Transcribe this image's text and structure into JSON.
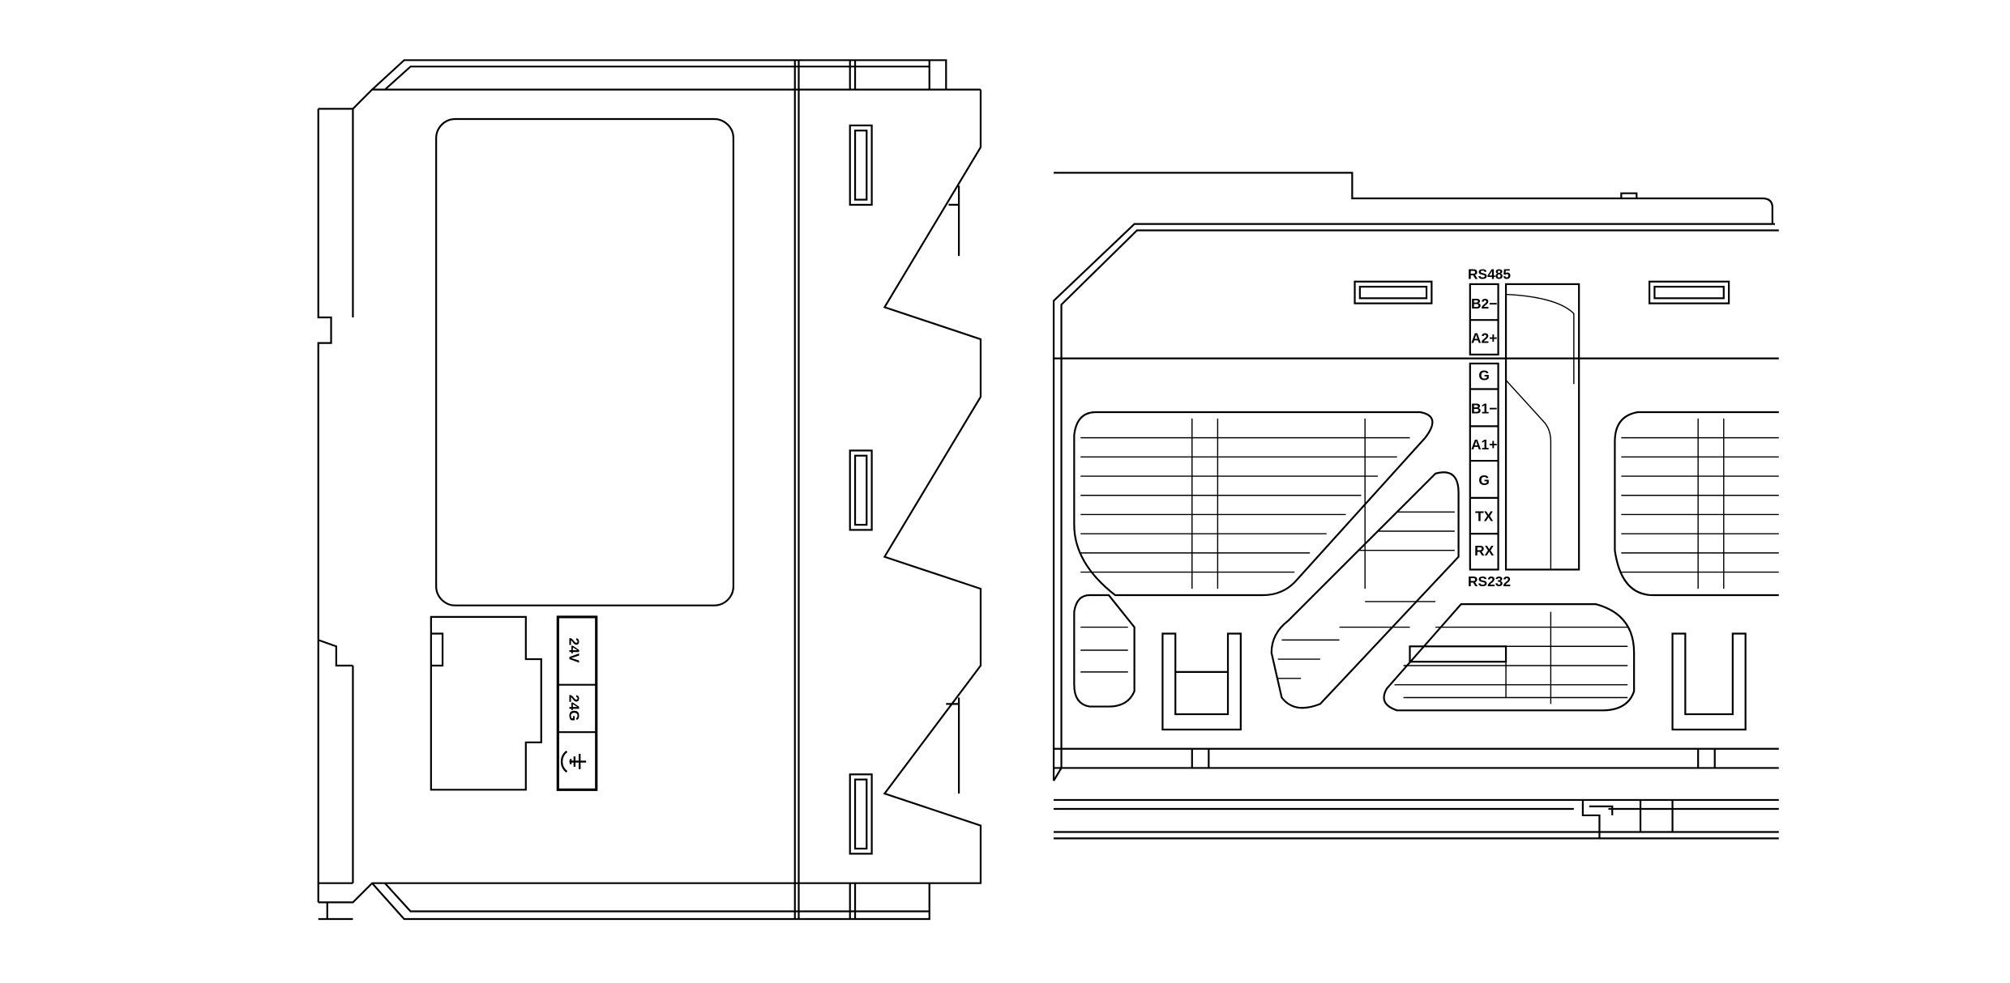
{
  "left_view": {
    "power_terminals": [
      "24V",
      "24G",
      "⏚"
    ]
  },
  "right_view": {
    "rs485_label": "RS485",
    "rs232_label": "RS232",
    "comm_terminals": [
      "B2−",
      "A2+",
      "G",
      "B1−",
      "A1+",
      "G",
      "TX",
      "RX"
    ]
  }
}
